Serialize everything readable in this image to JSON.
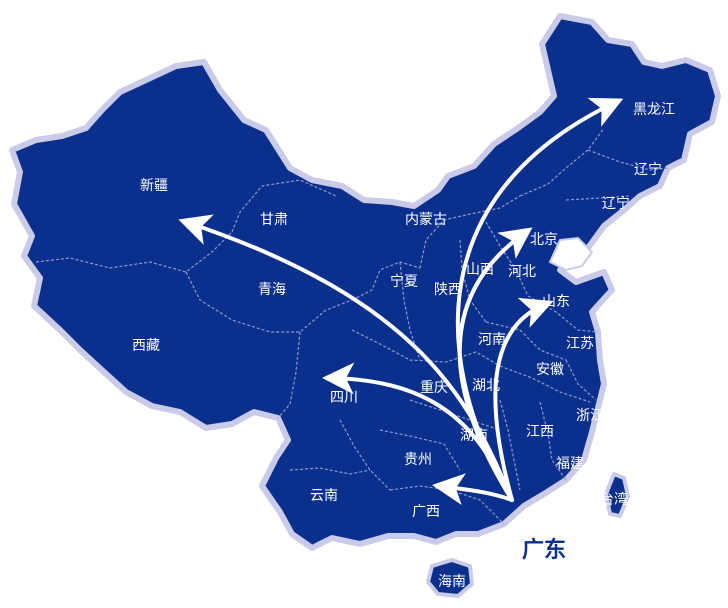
{
  "map": {
    "colors": {
      "fill": "#0b2f8c",
      "border": "#c9cbe8",
      "inner_border": "#8f9acb",
      "arrow": "#ffffff",
      "origin_text": "#0b2f8c"
    },
    "origin": "广东",
    "provinces": {
      "xinjiang": "新疆",
      "xizang": "西藏",
      "qinghai": "青海",
      "gansu": "甘肃",
      "neimenggu": "内蒙古",
      "ningxia": "宁夏",
      "shaanxi": "陕西",
      "shanxi": "山西",
      "hebei": "河北",
      "beijing": "北京",
      "heilongjiang": "黑龙江",
      "jilin": "辽宁",
      "liaoning": "辽宁",
      "shandong": "山东",
      "henan": "河南",
      "jiangsu": "江苏",
      "anhui": "安徽",
      "hubei": "湖北",
      "chongqing": "重庆",
      "sichuan": "四川",
      "hunan": "湖南",
      "jiangxi": "江西",
      "zhejiang": "浙江",
      "fujian": "福建",
      "guizhou": "贵州",
      "yunnan": "云南",
      "guangxi": "广西",
      "taiwan": "台湾",
      "hainan": "海南"
    },
    "arrows": [
      "新疆",
      "黑龙江",
      "北京",
      "山东",
      "四川",
      "广西"
    ]
  }
}
